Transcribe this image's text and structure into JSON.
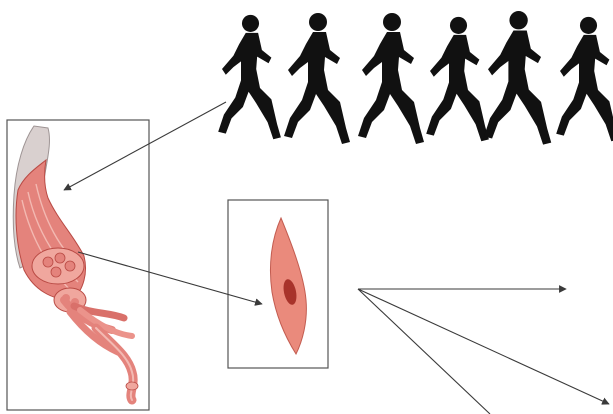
{
  "figure": {
    "panels": [
      {
        "id": "runners",
        "icon": "running-people-silhouettes-icon",
        "count": 6
      },
      {
        "id": "muscle",
        "icon": "skeletal-muscle-fiber-bundle-icon"
      },
      {
        "id": "cell",
        "icon": "spindle-muscle-cell-icon"
      }
    ],
    "arrows": [
      {
        "from": "runners",
        "to": "muscle"
      },
      {
        "from": "muscle",
        "to": "cell"
      },
      {
        "from": "cell",
        "to": "off-page-right-upper"
      },
      {
        "from": "cell",
        "to": "off-page-right-lower"
      },
      {
        "from": "cell",
        "to": "off-page-bottom"
      }
    ],
    "colors": {
      "silhouette": "#111111",
      "muscle": "#e4837c",
      "muscle_dark": "#b94a44",
      "muscle_light": "#f3b9b2",
      "tendon": "#d9d0cf",
      "cell": "#ea8a7c",
      "nucleus": "#a8332b",
      "line": "#3a3a3a"
    }
  }
}
